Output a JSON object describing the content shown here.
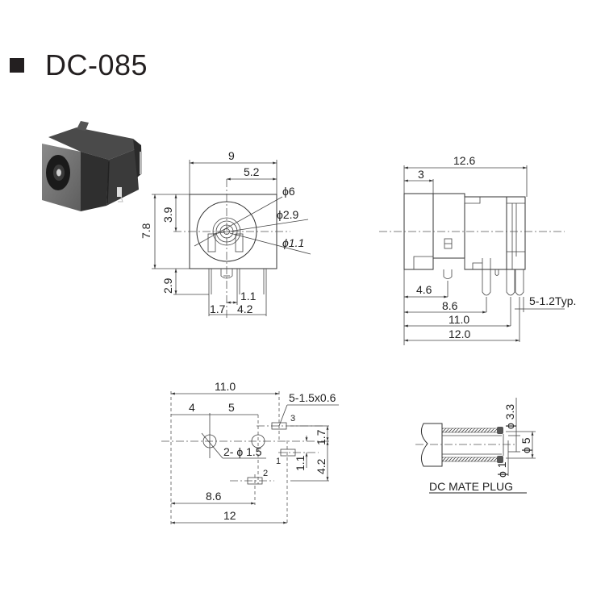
{
  "title": {
    "label": "DC-085"
  },
  "front_view": {
    "width": "9",
    "center_offset": "5.2",
    "height": "7.8",
    "center_height": "3.9",
    "dia_outer": "ϕ6",
    "dia_pin": "ϕ2.9",
    "dia_inner": "ϕ1.1",
    "pin_length": "2.9",
    "pin_gap_1": "1.1",
    "pin_gap_2": "1.7",
    "pin_gap_3": "4.2"
  },
  "side_view": {
    "length": "12.6",
    "front_part": "3",
    "dim_4_6": "4.6",
    "dim_8_6": "8.6",
    "dim_11_0": "11.0",
    "dim_12_0": "12.0",
    "pin_width": "5-1.2Typ."
  },
  "pcb_layout": {
    "width": "11.0",
    "dim_4": "4",
    "dim_5": "5",
    "slot_spec": "5-1.5x0.6",
    "holes": "2- ϕ 1.5",
    "pin1": "1",
    "pin2": "2",
    "pin3": "3",
    "dim_1_7": "1.7",
    "dim_1_1": "1.1",
    "dim_4_2": "4.2",
    "dim_8_6": "8.6",
    "dim_12": "12"
  },
  "mate_plug": {
    "caption": "DC MATE PLUG",
    "dia_3_3": "ϕ 3.3",
    "dia_5": "ϕ 5",
    "dia_1": "ϕ 1"
  }
}
